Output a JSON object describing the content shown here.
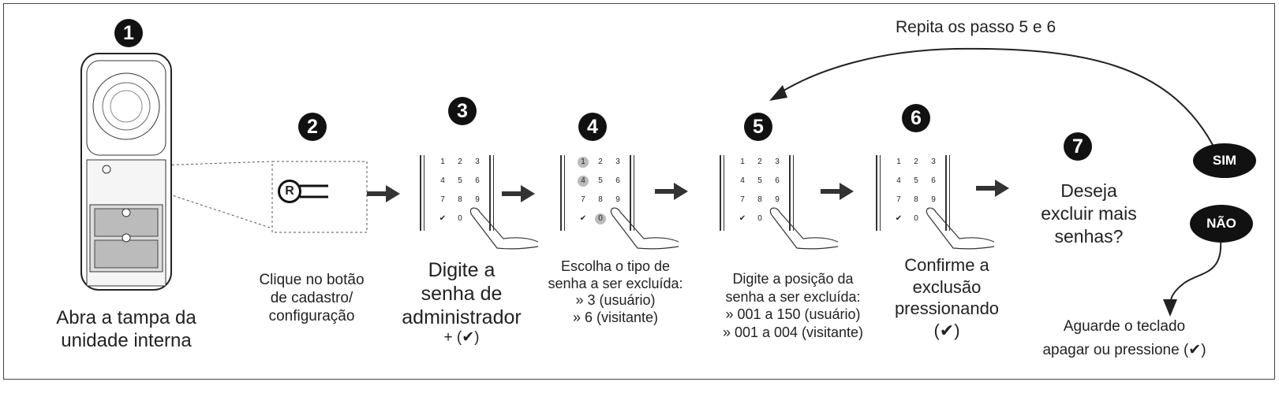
{
  "title_loop": "Repita os passo 5 e 6",
  "steps": [
    {
      "num": "1",
      "lines": [
        "Abra a tampa da",
        "unidade interna"
      ]
    },
    {
      "num": "2",
      "lines": [
        "Clique no botão",
        "de cadastro/",
        "configuração"
      ]
    },
    {
      "num": "3",
      "lines": [
        "Digite a",
        "senha de",
        "administrador"
      ],
      "suffix": "+ (✔)"
    },
    {
      "num": "4",
      "lines": [
        "Escolha o tipo de",
        "senha a ser excluída:"
      ],
      "bullets": [
        "» 3 (usuário)",
        "» 6 (visitante)"
      ]
    },
    {
      "num": "5",
      "lines": [
        "Digite a posição da",
        "senha a ser excluída:"
      ],
      "bullets": [
        "» 001 a 150 (usuário)",
        "» 001 a 004 (visitante)"
      ]
    },
    {
      "num": "6",
      "lines": [
        "Confirme a",
        "exclusão",
        "pressionando"
      ],
      "suffix": "(✔)"
    },
    {
      "num": "7",
      "lines": [
        "Deseja",
        "excluir mais",
        "senhas?"
      ]
    }
  ],
  "keypad_keys": [
    "1",
    "2",
    "3",
    "4",
    "5",
    "6",
    "7",
    "8",
    "9",
    "✔",
    "0",
    ""
  ],
  "device_button_label": "R",
  "yes_label": "SIM",
  "no_label": "NÃO",
  "final_lines": [
    "Aguarde o teclado",
    "apagar ou pressione (✔)"
  ]
}
